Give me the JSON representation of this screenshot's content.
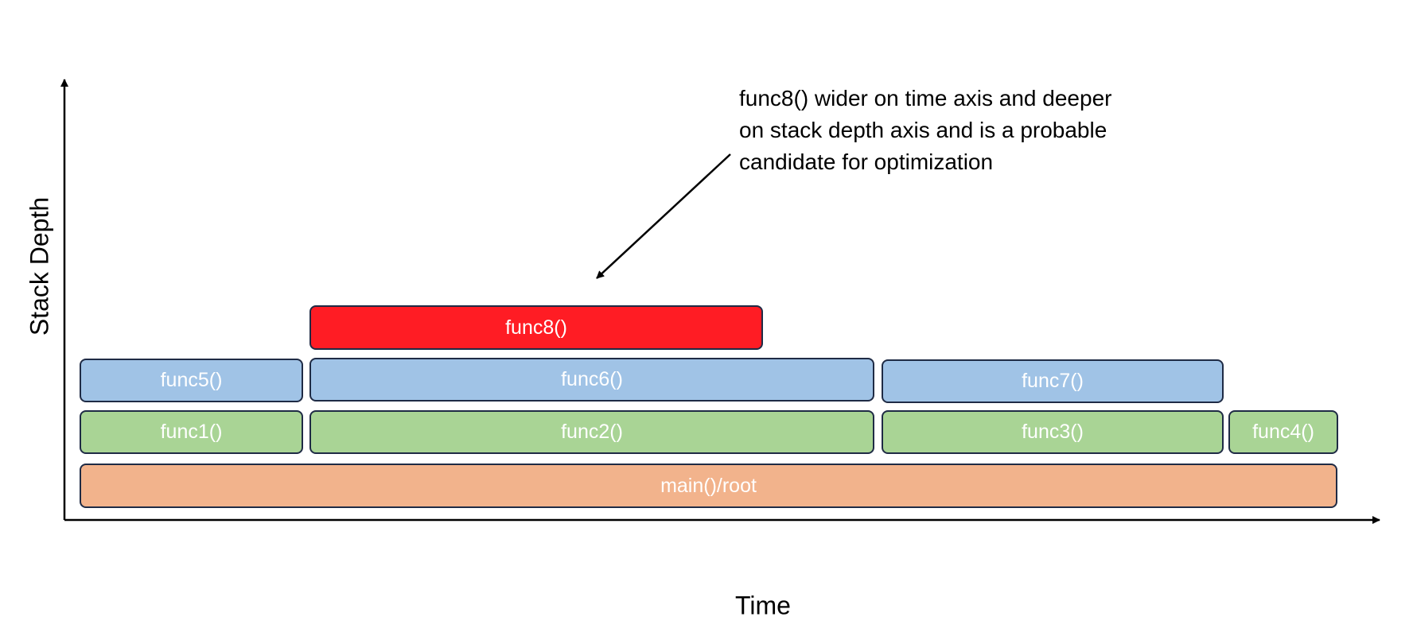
{
  "axes": {
    "y_label": "Stack Depth",
    "x_label": "Time"
  },
  "annotation": {
    "lines": [
      "func8() wider on time axis and deeper",
      "on stack depth axis and is a probable",
      "candidate for optimization"
    ],
    "points_to": "func8"
  },
  "frames": {
    "main": {
      "label": "main()/root",
      "depth": 0,
      "color": "#f2b38c"
    },
    "func1": {
      "label": "func1()",
      "depth": 1,
      "color": "#a9d495"
    },
    "func2": {
      "label": "func2()",
      "depth": 1,
      "color": "#a9d495"
    },
    "func3": {
      "label": "func3()",
      "depth": 1,
      "color": "#a9d495"
    },
    "func4": {
      "label": "func4()",
      "depth": 1,
      "color": "#a9d495"
    },
    "func5": {
      "label": "func5()",
      "depth": 2,
      "color": "#a0c3e6"
    },
    "func6": {
      "label": "func6()",
      "depth": 2,
      "color": "#a0c3e6"
    },
    "func7": {
      "label": "func7()",
      "depth": 2,
      "color": "#a0c3e6"
    },
    "func8": {
      "label": "func8()",
      "depth": 3,
      "color": "#ff1c24"
    }
  },
  "colors": {
    "frame_border": "#1f2b45",
    "highlight": "#ff1c24"
  }
}
